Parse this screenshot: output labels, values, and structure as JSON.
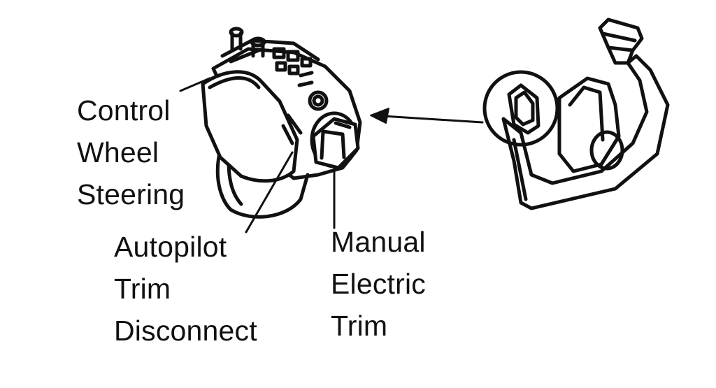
{
  "diagram": {
    "labels": {
      "control_wheel_steering": "Control\nWheel\nSteering",
      "autopilot_trim_disconnect": "Autopilot\nTrim\nDisconnect",
      "manual_electric_trim": "Manual\nElectric\nTrim"
    }
  }
}
